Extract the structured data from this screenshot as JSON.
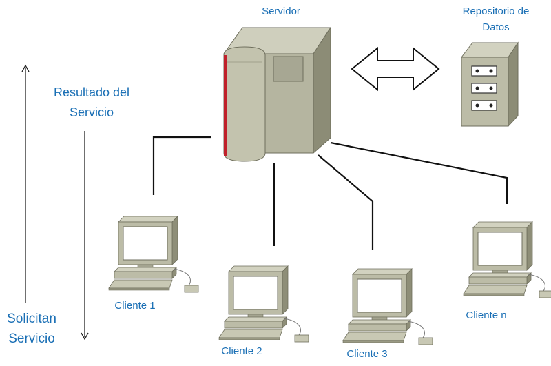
{
  "labels": {
    "server": "Servidor",
    "repository_line1": "Repositorio de",
    "repository_line2": "Datos",
    "result_line1": "Resultado del",
    "result_line2": "Servicio",
    "request_line1": "Solicitan",
    "request_line2": "Servicio",
    "client1": "Cliente 1",
    "client2": "Cliente 2",
    "client3": "Cliente 3",
    "clientn": "Cliente n"
  },
  "colors": {
    "label": "#1a6fb5",
    "device_body": "#b9b9a4",
    "device_side": "#8c8c76",
    "device_top": "#cfcfbd",
    "screen": "#ffffff",
    "server_stripe": "#c0202a",
    "connector": "#111111"
  },
  "icons": [
    "server-icon",
    "database-icon",
    "double-arrow-icon",
    "computer-icon"
  ]
}
